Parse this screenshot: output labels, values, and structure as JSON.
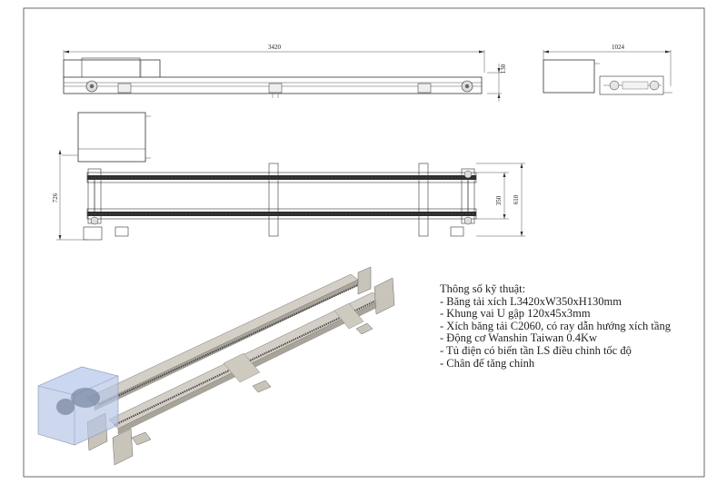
{
  "dimensions": {
    "total_length": "3420",
    "height": "130",
    "side_width": "1024",
    "overall_width": "726",
    "belt_width": "350",
    "frame_width": "610"
  },
  "specs": {
    "title": "Thông số kỹ thuật:",
    "items": [
      "- Băng tải xích L3420xW350xH130mm",
      "- Khung vai U gập 120x45x3mm",
      "- Xích băng tải C2060, có ray dẫn hướng xích tầng",
      "- Động cơ Wanshin Taiwan 0.4Kw",
      "- Tủ điện có biến tần LS điều chỉnh tốc độ",
      "- Chân đế tăng chỉnh"
    ]
  },
  "colors": {
    "frame": "#c9c4ba",
    "motor_housing": "#b8c6e6",
    "bearing": "#2f7d52",
    "line": "#333333"
  }
}
